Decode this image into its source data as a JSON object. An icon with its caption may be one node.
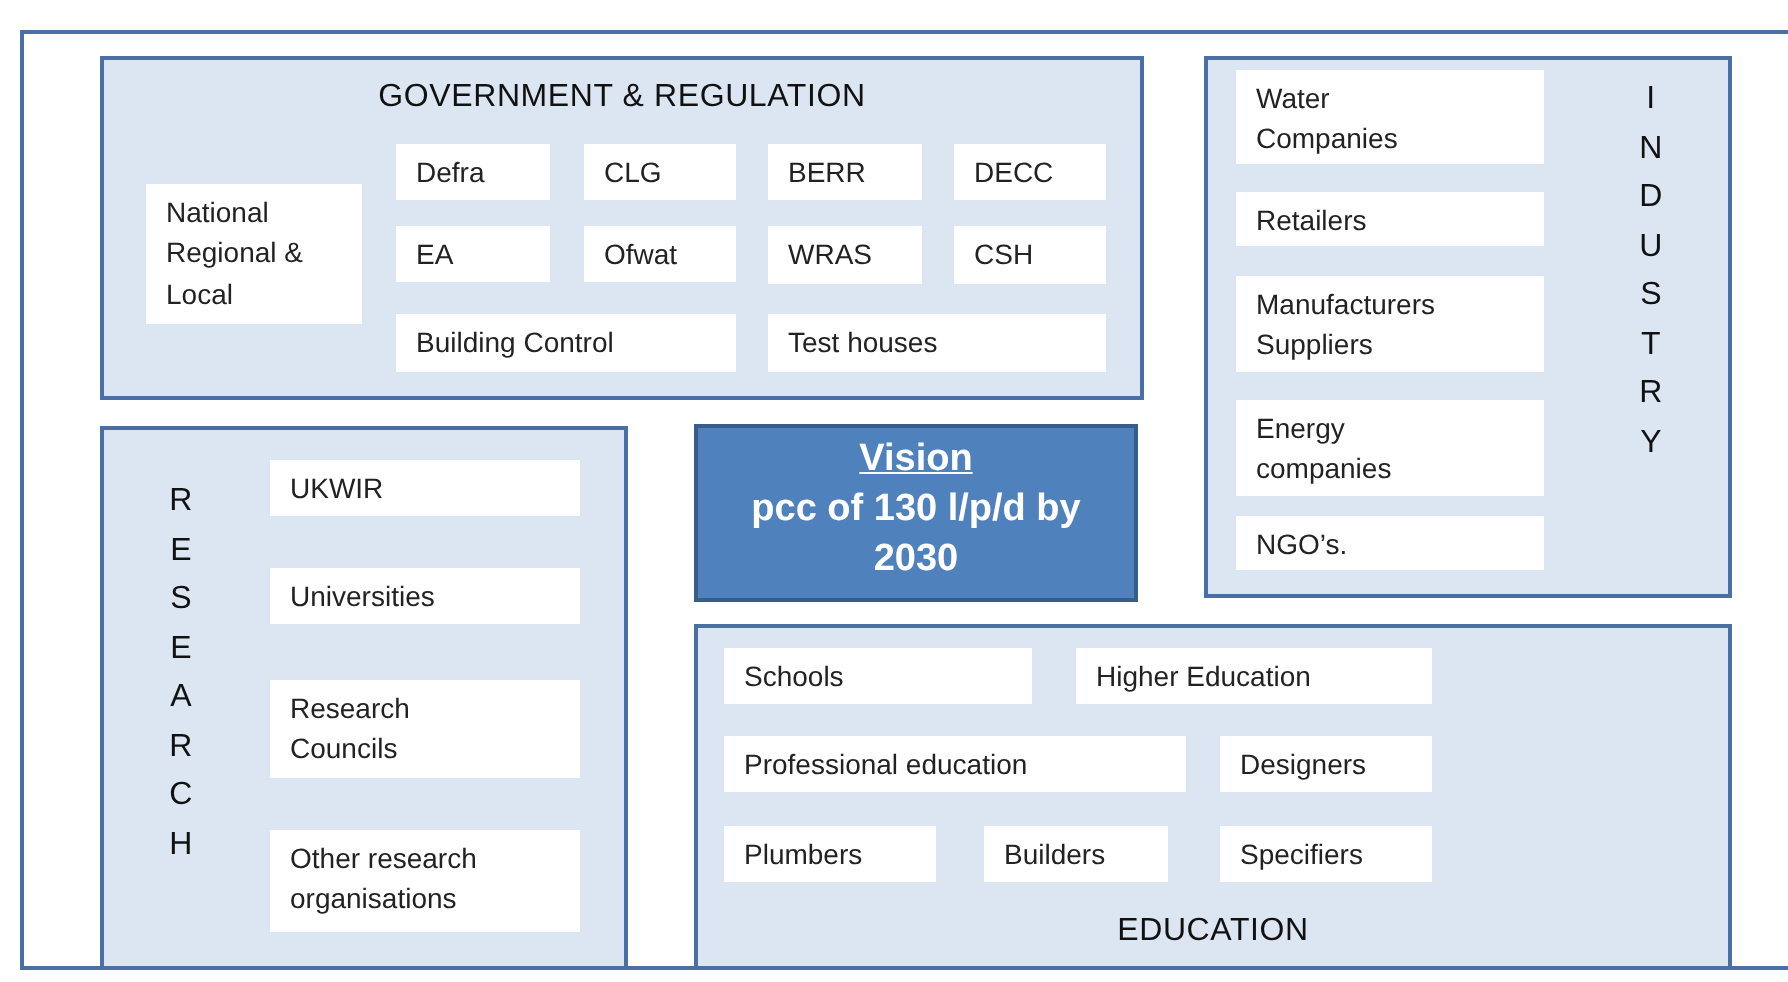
{
  "diagram": {
    "nodes": [
      {
        "text": [
          "GOVERNMENT & REGULATION"
        ]
      },
      {
        "text": [
          "National Regional & Local"
        ],
        "in": 0
      },
      {
        "text": [
          "Defra"
        ],
        "in": 0
      },
      {
        "text": [
          "CLG"
        ],
        "in": 0
      },
      {
        "text": [
          "BERR"
        ],
        "in": 0
      },
      {
        "text": [
          "DECC"
        ],
        "in": 0
      },
      {
        "text": [
          "EA"
        ],
        "in": 0
      },
      {
        "text": [
          "Ofwat"
        ],
        "in": 0
      },
      {
        "text": [
          "WRAS"
        ],
        "in": 0
      },
      {
        "text": [
          "CSH"
        ],
        "in": 0
      },
      {
        "text": [
          "Building Control"
        ],
        "in": 0
      },
      {
        "text": [
          "Test houses"
        ],
        "in": 0
      },
      {
        "text": [
          "INDUSTRY"
        ]
      },
      {
        "text": [
          "Water Companies"
        ],
        "in": 12
      },
      {
        "text": [
          "Retailers"
        ],
        "in": 12
      },
      {
        "text": [
          "Manufacturers Suppliers"
        ],
        "in": 12
      },
      {
        "text": [
          "Energy companies"
        ],
        "in": 12
      },
      {
        "text": [
          "NGO’s."
        ],
        "in": 12
      },
      {
        "text": [
          "RESEARCH"
        ]
      },
      {
        "text": [
          "UKWIR"
        ],
        "in": 18
      },
      {
        "text": [
          "Universities"
        ],
        "in": 18
      },
      {
        "text": [
          "Research Councils"
        ],
        "in": 18
      },
      {
        "text": [
          "Other research organisations"
        ],
        "in": 18
      },
      {
        "text": [
          "Vision",
          "pcc of 130 l/p/d by 2030"
        ]
      },
      {
        "text": [
          "EDUCATION"
        ]
      },
      {
        "text": [
          "Schools"
        ],
        "in": 24
      },
      {
        "text": [
          "Higher Education"
        ],
        "in": 24
      },
      {
        "text": [
          "Professional education"
        ],
        "in": 24
      },
      {
        "text": [
          "Designers"
        ],
        "in": 24
      },
      {
        "text": [
          "Plumbers"
        ],
        "in": 24
      },
      {
        "text": [
          "Builders"
        ],
        "in": 24
      },
      {
        "text": [
          "Specifiers"
        ],
        "in": 24
      }
    ]
  }
}
